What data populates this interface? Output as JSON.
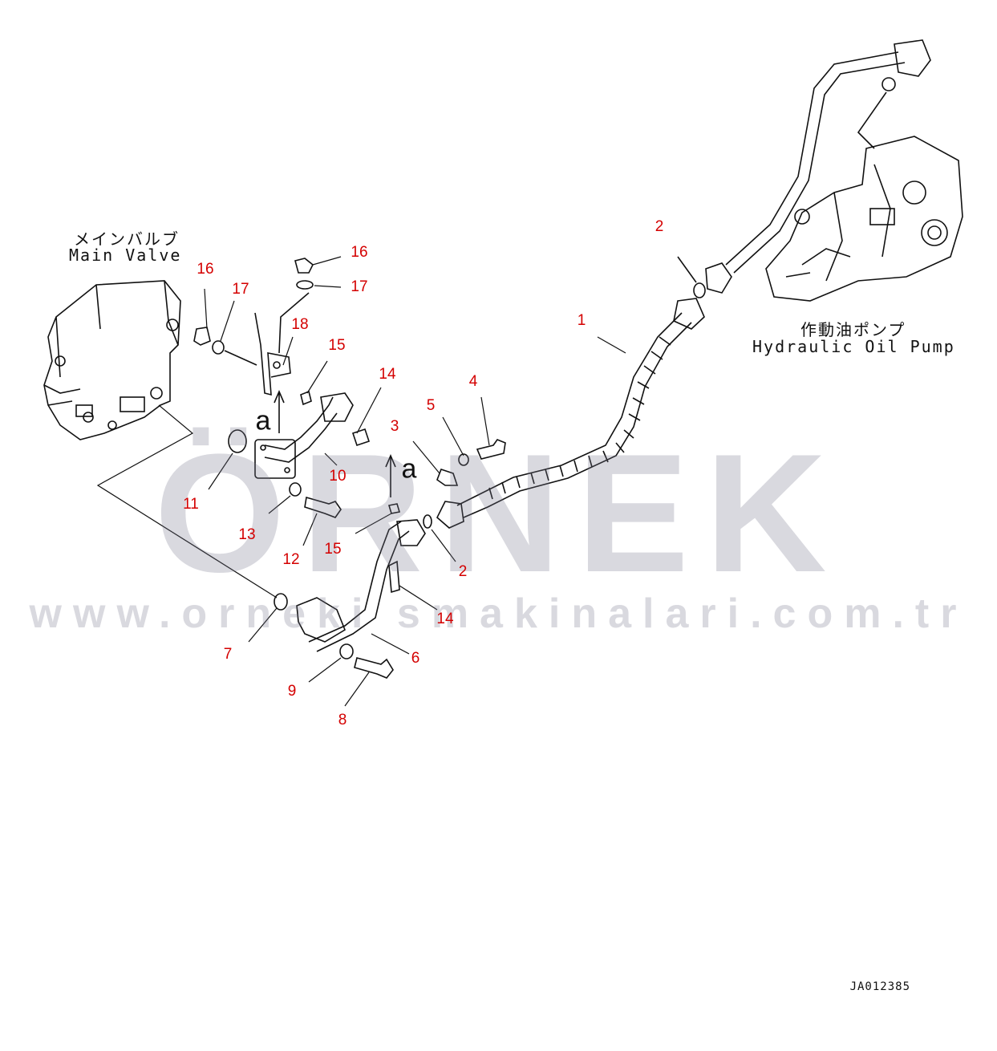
{
  "components": {
    "main_valve": {
      "label_jp": "メインバルブ",
      "label_en": "Main Valve"
    },
    "hydraulic_pump": {
      "label_jp": "作動油ポンプ",
      "label_en": "Hydraulic Oil Pump"
    }
  },
  "callouts": [
    "1",
    "2",
    "2",
    "3",
    "4",
    "5",
    "6",
    "7",
    "8",
    "9",
    "10",
    "11",
    "12",
    "13",
    "14",
    "14",
    "15",
    "15",
    "16",
    "16",
    "17",
    "17",
    "18"
  ],
  "view_letter": "a",
  "watermark": {
    "brand": "ÖRNEK",
    "url": "www.orneki smakinalari.com.tr"
  },
  "drawing_code": "JA012385",
  "colors": {
    "callout": "#d40000",
    "line": "#111111",
    "watermark": "#c8c8d2"
  }
}
